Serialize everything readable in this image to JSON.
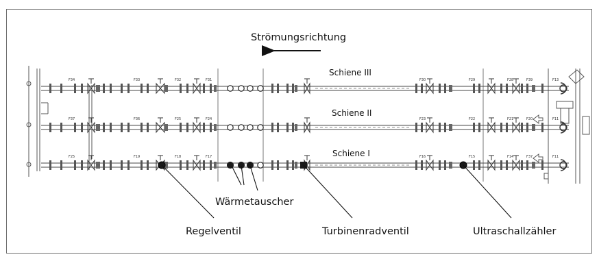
{
  "diagram": {
    "flow_label": "Strömungsrichtung",
    "rails": [
      {
        "id": "III",
        "label": "Schiene III"
      },
      {
        "id": "II",
        "label": "Schiene II"
      },
      {
        "id": "I",
        "label": "Schiene I"
      }
    ],
    "callouts": {
      "heat_exchanger": "Wärmetauscher",
      "control_valve": "Regelventil",
      "turbine_valve": "Turbinenradventil",
      "ultrasonic_meter": "Ultraschallzähler"
    },
    "fitting_tags": {
      "rail_III": [
        "F34",
        "F33",
        "F32",
        "F31",
        "F30",
        "F29",
        "F28",
        "F39",
        "F13"
      ],
      "rail_II": [
        "F37",
        "F36",
        "F25",
        "F24",
        "F23",
        "F22",
        "F21",
        "F20",
        "F11"
      ],
      "rail_I": [
        "F25",
        "F19",
        "F18",
        "F17",
        "F16",
        "F15",
        "F14",
        "F37",
        "F11"
      ]
    }
  }
}
